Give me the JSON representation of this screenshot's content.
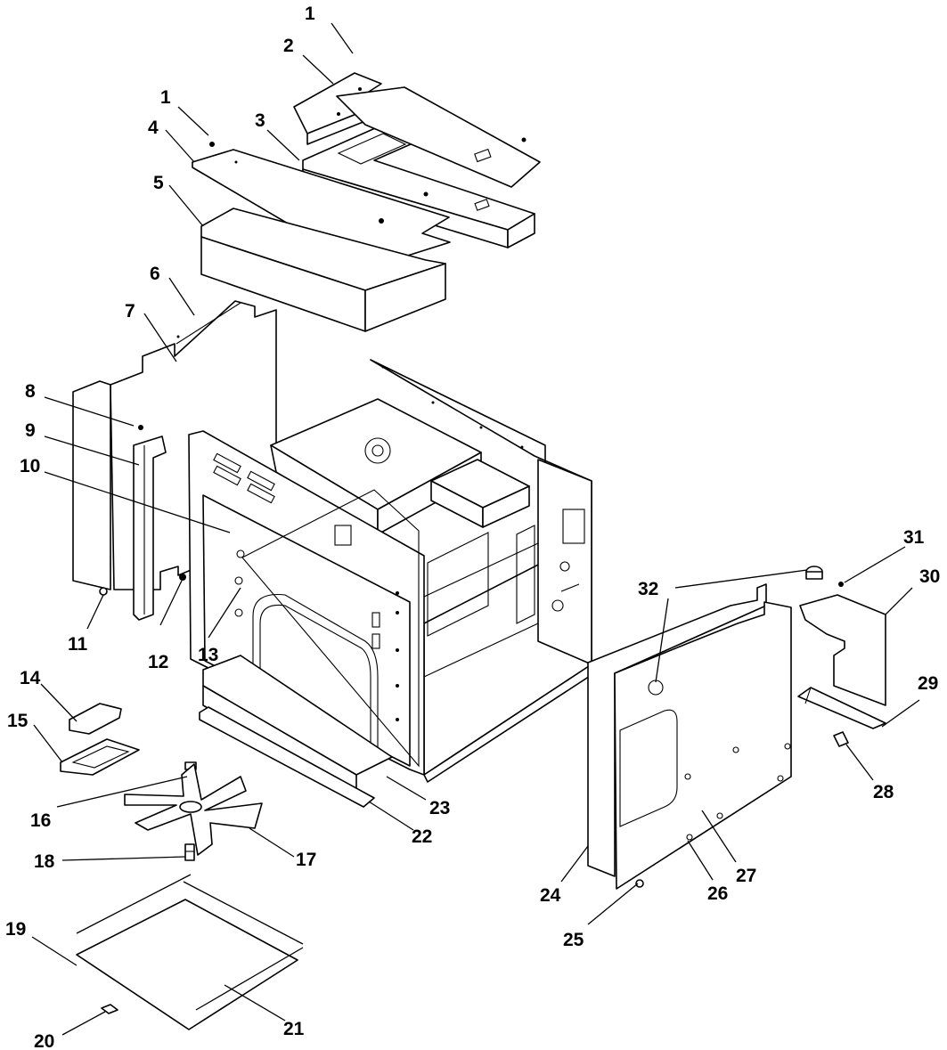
{
  "callouts": [
    {
      "id": "1a",
      "label": "1"
    },
    {
      "id": "2",
      "label": "2"
    },
    {
      "id": "1b",
      "label": "1"
    },
    {
      "id": "3",
      "label": "3"
    },
    {
      "id": "4",
      "label": "4"
    },
    {
      "id": "5",
      "label": "5"
    },
    {
      "id": "6",
      "label": "6"
    },
    {
      "id": "7",
      "label": "7"
    },
    {
      "id": "8",
      "label": "8"
    },
    {
      "id": "9",
      "label": "9"
    },
    {
      "id": "10",
      "label": "10"
    },
    {
      "id": "11",
      "label": "11"
    },
    {
      "id": "12",
      "label": "12"
    },
    {
      "id": "13",
      "label": "13"
    },
    {
      "id": "14",
      "label": "14"
    },
    {
      "id": "15",
      "label": "15"
    },
    {
      "id": "16",
      "label": "16"
    },
    {
      "id": "17",
      "label": "17"
    },
    {
      "id": "18",
      "label": "18"
    },
    {
      "id": "19",
      "label": "19"
    },
    {
      "id": "20",
      "label": "20"
    },
    {
      "id": "21",
      "label": "21"
    },
    {
      "id": "22",
      "label": "22"
    },
    {
      "id": "23",
      "label": "23"
    },
    {
      "id": "24",
      "label": "24"
    },
    {
      "id": "25",
      "label": "25"
    },
    {
      "id": "26",
      "label": "26"
    },
    {
      "id": "27",
      "label": "27"
    },
    {
      "id": "28",
      "label": "28"
    },
    {
      "id": "29",
      "label": "29"
    },
    {
      "id": "30",
      "label": "30"
    },
    {
      "id": "31",
      "label": "31"
    },
    {
      "id": "32",
      "label": "32"
    }
  ]
}
